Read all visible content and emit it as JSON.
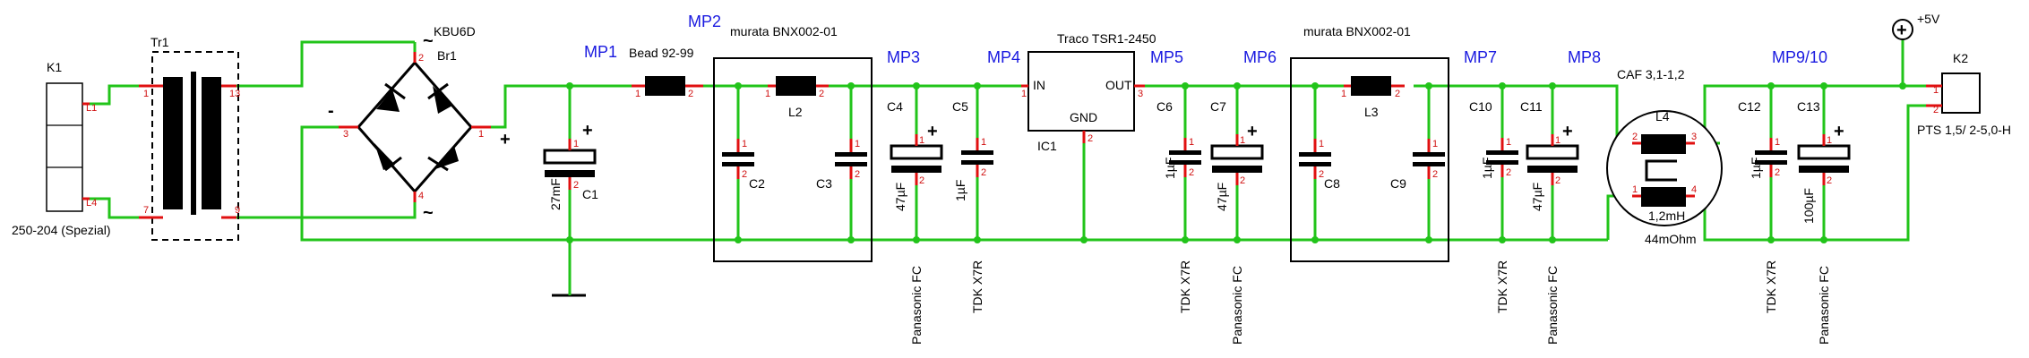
{
  "colors": {
    "wire": "#22c41a",
    "pin_lead": "#e01010",
    "measure_point": "#1a1ae0",
    "component": "#000000"
  },
  "measure_points": [
    "MP1",
    "MP2",
    "MP3",
    "MP4",
    "MP5",
    "MP6",
    "MP7",
    "MP8",
    "MP9/10"
  ],
  "k1": {
    "ref": "K1",
    "pin_top": "L1",
    "pin_bottom": "L4",
    "part": "250-204 (Spezial)"
  },
  "tr1": {
    "ref": "Tr1",
    "pins": [
      "1",
      "7",
      "13",
      "9"
    ]
  },
  "br1": {
    "ref": "Br1",
    "part": "KBU6D",
    "pins": [
      "2",
      "3",
      "1",
      "4"
    ],
    "ac_symbol": "~",
    "minus": "-",
    "plus": "+"
  },
  "c1": {
    "ref": "C1",
    "value": "27mF",
    "pins": [
      "1",
      "2"
    ],
    "polarity": "+"
  },
  "bead": {
    "label": "Bead 92-99",
    "pins": [
      "1",
      "2"
    ]
  },
  "filter1": {
    "part": "murata BNX002-01",
    "l_ref": "L2",
    "c_in": "C2",
    "c_out": "C3",
    "pins": [
      "1",
      "2"
    ]
  },
  "c4": {
    "ref": "C4",
    "value": "47µF",
    "type": "Panasonic FC",
    "pins": [
      "1",
      "2"
    ],
    "polarity": "+"
  },
  "c5": {
    "ref": "C5",
    "value": "1µF",
    "type": "TDK X7R",
    "pins": [
      "1",
      "2"
    ]
  },
  "ic1": {
    "ref": "IC1",
    "part": "Traco TSR1-2450",
    "pin_in": "IN",
    "pin_out": "OUT",
    "pin_gnd": "GND",
    "num_in": "1",
    "num_out": "3",
    "num_gnd": "2"
  },
  "c6": {
    "ref": "C6",
    "value": "1µF",
    "type": "TDK X7R",
    "pins": [
      "1",
      "2"
    ]
  },
  "c7": {
    "ref": "C7",
    "value": "47µF",
    "type": "Panasonic FC",
    "pins": [
      "1",
      "2"
    ],
    "polarity": "+"
  },
  "filter2": {
    "part": "murata BNX002-01",
    "l_ref": "L3",
    "c_in": "C8",
    "c_out": "C9",
    "pins": [
      "1",
      "2"
    ]
  },
  "c10": {
    "ref": "C10",
    "value": "1µF",
    "type": "TDK X7R",
    "pins": [
      "1",
      "2"
    ]
  },
  "c11": {
    "ref": "C11",
    "value": "47µF",
    "type": "Panasonic FC",
    "pins": [
      "1",
      "2"
    ],
    "polarity": "+"
  },
  "l4": {
    "ref": "L4",
    "part": "CAF 3,1-1,2",
    "value": "1,2mH",
    "resistance": "44mOhm",
    "pins": [
      "2",
      "3",
      "1",
      "4"
    ]
  },
  "c12": {
    "ref": "C12",
    "value": "1µF",
    "type": "TDK X7R",
    "pins": [
      "1",
      "2"
    ]
  },
  "c13": {
    "ref": "C13",
    "value": "100µF",
    "type": "Panasonic FC",
    "pins": [
      "1",
      "2"
    ],
    "polarity": "+"
  },
  "supply": {
    "label": "+5V",
    "symbol": "+"
  },
  "k2": {
    "ref": "K2",
    "part": "PTS 1,5/ 2-5,0-H",
    "pins": [
      "1",
      "2"
    ]
  }
}
